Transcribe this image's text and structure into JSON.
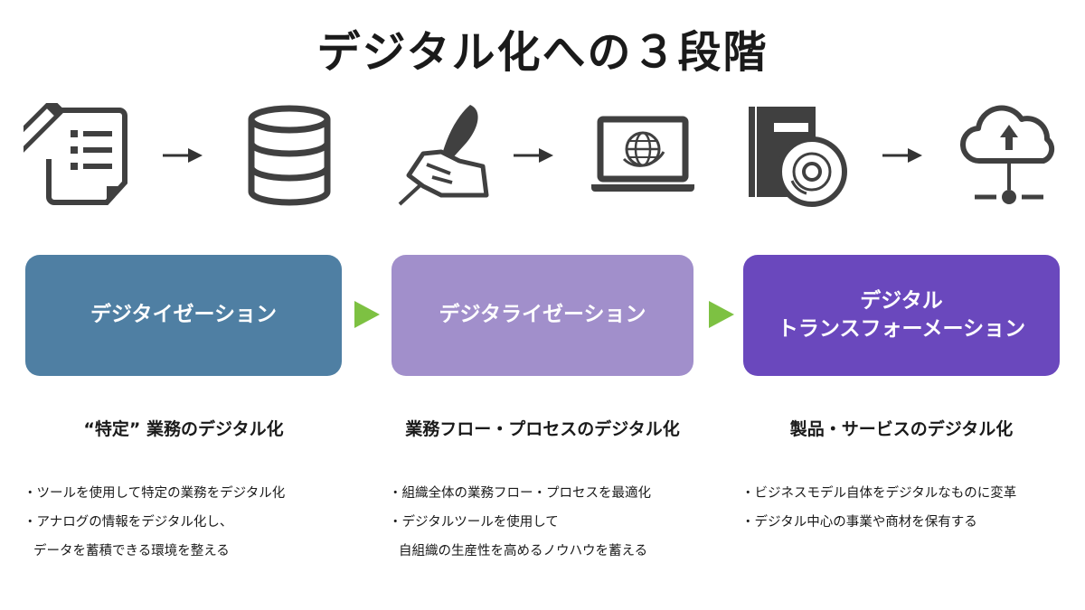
{
  "title": "デジタル化への３段階",
  "icons": [
    "document-pencil-icon",
    "database-icon",
    "quill-hand-icon",
    "laptop-globe-icon",
    "book-disc-icon",
    "cloud-upload-network-icon"
  ],
  "colors": {
    "icon": "#404040",
    "stage1": "#4f7fa3",
    "stage2": "#a18fcb",
    "stage3": "#6a48bd",
    "play_arrow": "#7dc142"
  },
  "stages": [
    {
      "label": "デジタイゼーション",
      "heading": "“特定” 業務のデジタル化",
      "bullets": [
        {
          "text": "・ツールを使用して特定の業務をデジタル化"
        },
        {
          "text": "・アナログの情報をデジタル化し、",
          "cont": "データを蓄積できる環境を整える"
        }
      ]
    },
    {
      "label": "デジタライゼーション",
      "heading": "業務フロー・プロセスのデジタル化",
      "bullets": [
        {
          "text": "・組織全体の業務フロー・プロセスを最適化"
        },
        {
          "text": "・デジタルツールを使用して",
          "cont": "自組織の生産性を高めるノウハウを蓄える"
        }
      ]
    },
    {
      "label_line1": "デジタル",
      "label_line2": "トランスフォーメーション",
      "heading": "製品・サービスのデジタル化",
      "bullets": [
        {
          "text": "・ビジネスモデル自体をデジタルなものに変革"
        },
        {
          "text": "・デジタル中心の事業や商材を保有する"
        }
      ]
    }
  ]
}
